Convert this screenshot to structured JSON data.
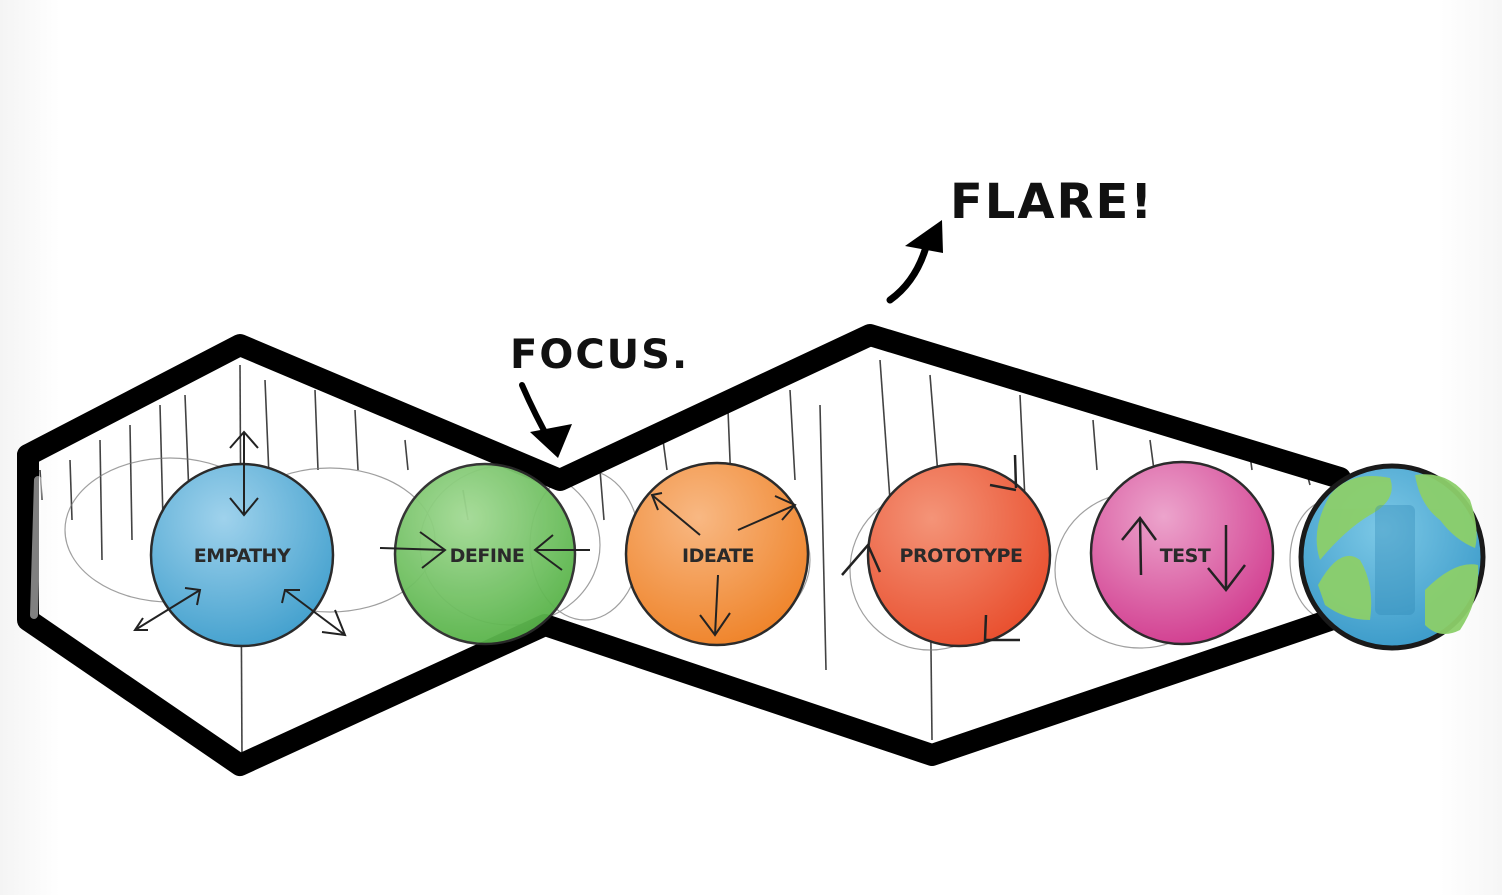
{
  "diagram": {
    "title": "Design thinking process",
    "annotations": {
      "focus": "FOCUS.",
      "flare": "FLARE!"
    },
    "stages": [
      {
        "id": "empathy",
        "label": "EMPATHY",
        "color": "#4aa6d3",
        "color_light": "#8cc8e6",
        "motif": "arrows-outward"
      },
      {
        "id": "define",
        "label": "DEFINE",
        "color": "#5dbb4e",
        "color_light": "#93d486",
        "motif": "arrows-inward"
      },
      {
        "id": "ideate",
        "label": "IDEATE",
        "color": "#f28a30",
        "color_light": "#f6ad6b",
        "motif": "arrows-diverging"
      },
      {
        "id": "prototype",
        "label": "PROTOTYPE",
        "color": "#ec5534",
        "color_light": "#f38a6c",
        "motif": "arrows-cycle"
      },
      {
        "id": "test",
        "label": "TEST",
        "color": "#d63f95",
        "color_light": "#e684bd",
        "motif": "arrows-up-down"
      },
      {
        "id": "world",
        "label": "",
        "color": "#3ea6d2",
        "color_light": "#8ccf6a",
        "motif": "globe"
      }
    ],
    "outline_color": "#000000"
  }
}
